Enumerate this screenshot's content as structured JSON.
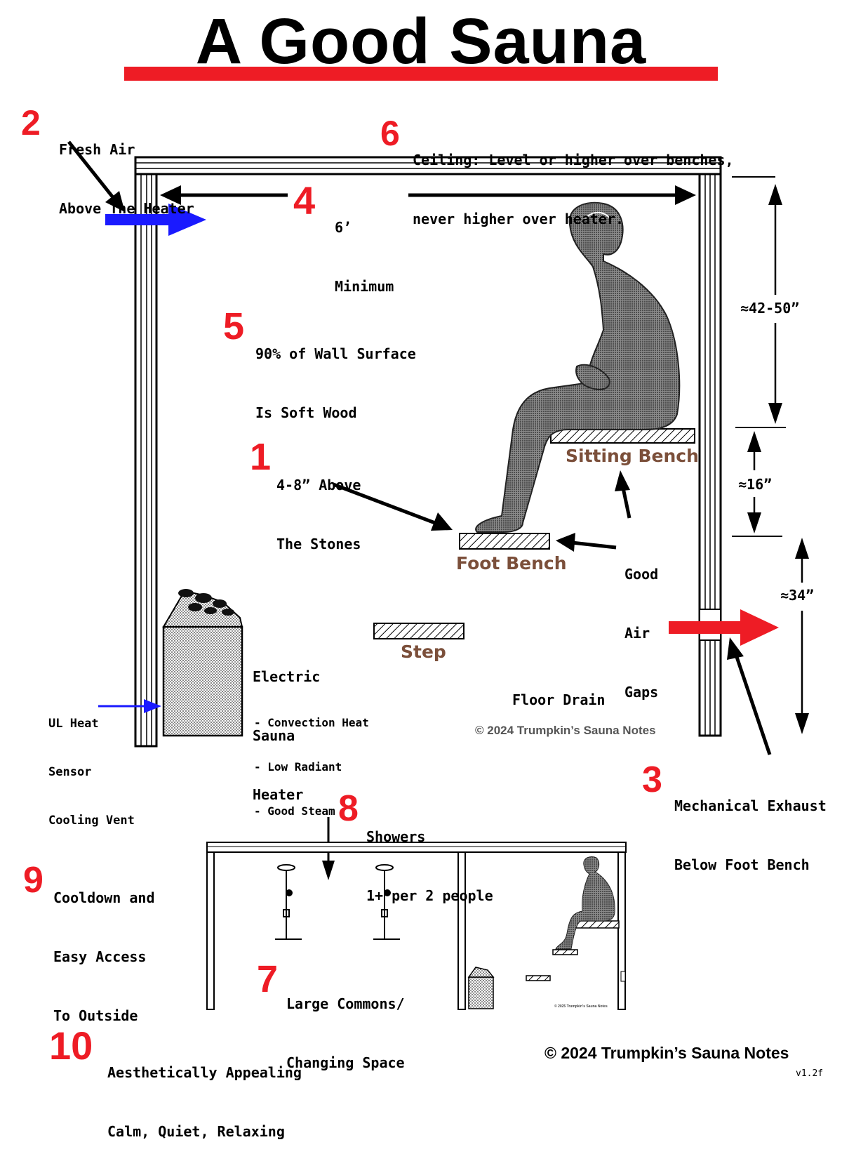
{
  "title": "A Good Sauna",
  "notes": {
    "n1": {
      "num": "1",
      "line1": "4-8” Above",
      "line2": "The Stones"
    },
    "n2": {
      "num": "2",
      "line1": "Fresh Air",
      "line2": "Above The Heater"
    },
    "n3": {
      "num": "3",
      "line1": "Mechanical Exhaust",
      "line2": "Below Foot Bench"
    },
    "n4": {
      "num": "4",
      "line1": "6’",
      "line2": "Minimum"
    },
    "n5": {
      "num": "5",
      "line1": "90% of Wall Surface",
      "line2": "Is Soft Wood"
    },
    "n6": {
      "num": "6",
      "line1": "Ceiling: Level or higher over benches,",
      "line2": "never higher over heater."
    },
    "n7": {
      "num": "7",
      "line1": "Large Commons/",
      "line2": "Changing Space"
    },
    "n8": {
      "num": "8",
      "line1": "Showers",
      "line2": "1+ per 2 people"
    },
    "n9": {
      "num": "9",
      "line1": "Cooldown and",
      "line2": "Easy Access",
      "line3": "To Outside"
    },
    "n10": {
      "num": "10",
      "line1": "Aesthetically Appealing",
      "line2": "Calm, Quiet, Relaxing"
    }
  },
  "labels": {
    "sitting_bench": "Sitting Bench",
    "foot_bench": "Foot Bench",
    "step": "Step",
    "air_gaps": [
      "Good",
      "Air",
      "Gaps"
    ],
    "heater": [
      "Electric",
      "Sauna",
      "Heater"
    ],
    "heater_features": [
      "- Convection Heat",
      "- Low Radiant",
      "- Good Steam"
    ],
    "ul_sensor": [
      "UL Heat",
      "Sensor",
      "Cooling Vent"
    ],
    "floor_drain": "Floor Drain"
  },
  "dimensions": {
    "upper": "≈42-50”",
    "middle": "≈16”",
    "lower": "≈34”"
  },
  "copyright_inner": "© 2024 Trumpkin’s Sauna Notes",
  "copyright_footer": "© 2024 Trumpkin’s Sauna Notes",
  "copyright_mini": "© 2025 Trumpkin's Sauna Notes",
  "version": "v1.2f",
  "colors": {
    "accent_red": "#ee1c25",
    "fresh_air_blue": "#1a1aff",
    "bench_brown": "#7b4f3a"
  }
}
